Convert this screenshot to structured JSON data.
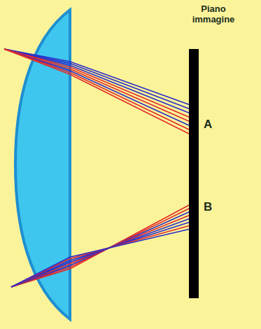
{
  "diagram": {
    "labels": [
      "Piano immagine",
      "A",
      "B"
    ]
  }
}
